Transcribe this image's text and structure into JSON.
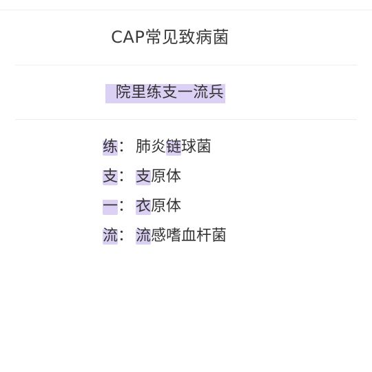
{
  "theme": {
    "highlight": "#dcd0f5"
  },
  "title": "CAP常见致病菌",
  "mnemonic": "院里练支一流兵",
  "items": [
    {
      "key": "练",
      "colon": "：",
      "pre": "肺炎",
      "mark": "链",
      "post": "球菌"
    },
    {
      "key": "支",
      "colon": "：",
      "pre": "",
      "mark": "支",
      "post": "原体"
    },
    {
      "key": "一",
      "colon": "：",
      "pre": "",
      "mark": "衣",
      "post": "原体"
    },
    {
      "key": "流",
      "colon": "：",
      "pre": "",
      "mark": "流",
      "post": "感嗜血杆菌"
    }
  ]
}
